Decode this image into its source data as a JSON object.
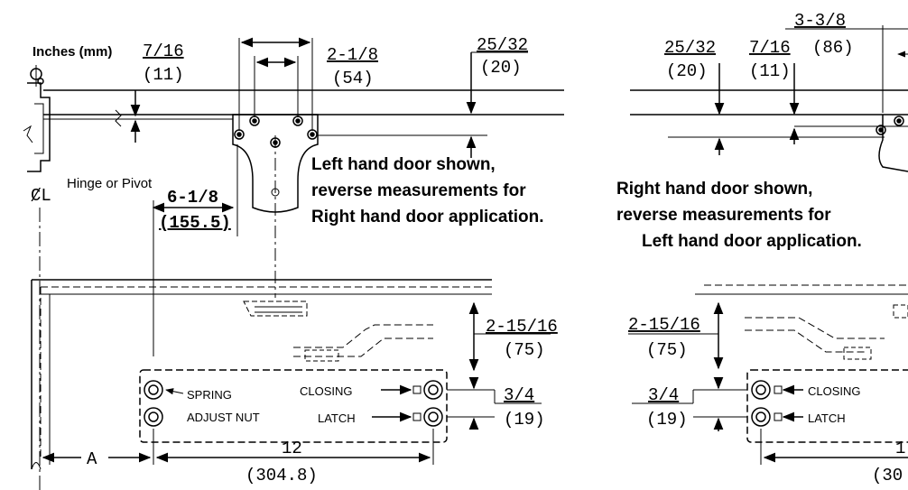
{
  "left_top": {
    "units": "Inches (mm)",
    "d_7_16": "7/16",
    "d_11": "(11)",
    "d_2_1_8": "2-1/8",
    "d_54": "(54)",
    "d_25_32": "25/32",
    "d_20": "(20)",
    "hinge": "Hinge or Pivot",
    "cl": "ȻL",
    "d_6_1_8": "6-1/8",
    "d_155_5": "(155.5)",
    "note1": "Left hand door shown,",
    "note2": "reverse measurements for",
    "note3": "Right hand door application."
  },
  "left_bottom": {
    "spring": "SPRING",
    "adjust": "ADJUST NUT",
    "closing": "CLOSING",
    "latch": "LATCH",
    "d_2_15_16": "2-15/16",
    "d_75": "(75)",
    "d_3_4": "3/4",
    "d_19": "(19)",
    "a": "A",
    "d_12": "12",
    "d_304_8": "(304.8)"
  },
  "right_top": {
    "d_3_3_8": "3-3/8",
    "d_86": "(86)",
    "d_25_32": "25/32",
    "d_20": "(20)",
    "d_7_16": "7/16",
    "d_11": "(11)",
    "note1": "Right hand door shown,",
    "note2": "reverse measurements for",
    "note3": "Left hand door application."
  },
  "right_bottom": {
    "d_2_15_16": "2-15/16",
    "d_75": "(75)",
    "d_3_4": "3/4",
    "d_19": "(19)",
    "closing": "CLOSING",
    "latch": "LATCH",
    "d_12_partial": "1",
    "d_304_partial": "(30"
  }
}
